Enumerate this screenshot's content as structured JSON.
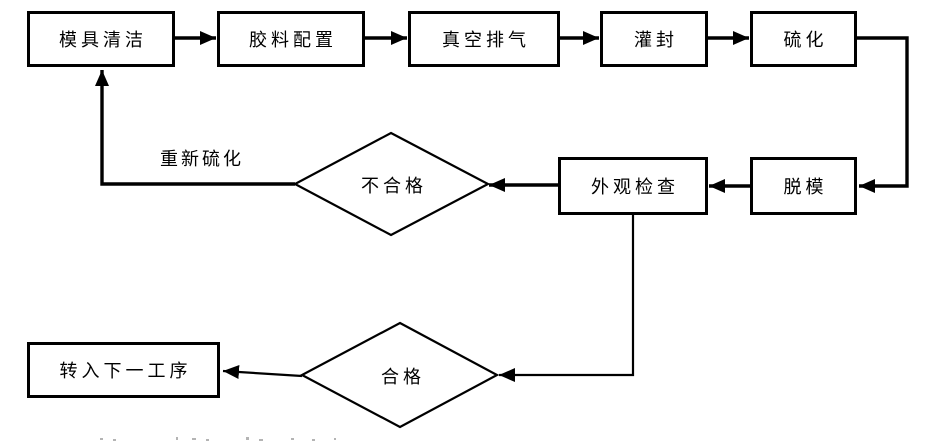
{
  "diagram": {
    "type": "flowchart",
    "title_visible": false,
    "colors": {
      "stroke": "#000000",
      "node_fill": "#ffffff",
      "background": "#ffffff",
      "text": "#000000"
    },
    "nodes": [
      {
        "id": "mold-cleaning",
        "label": "模具清洁",
        "shape": "rect"
      },
      {
        "id": "compound-prep",
        "label": "胶料配置",
        "shape": "rect"
      },
      {
        "id": "vacuum-degassing",
        "label": "真空排气",
        "shape": "rect"
      },
      {
        "id": "potting",
        "label": "灌封",
        "shape": "rect"
      },
      {
        "id": "vulcanization",
        "label": "硫化",
        "shape": "rect"
      },
      {
        "id": "demolding",
        "label": "脱模",
        "shape": "rect"
      },
      {
        "id": "visual-inspection",
        "label": "外观检查",
        "shape": "rect"
      },
      {
        "id": "next-process",
        "label": "转入下一工序",
        "shape": "rect"
      },
      {
        "id": "fail-decision",
        "label": "不合格",
        "shape": "diamond"
      },
      {
        "id": "pass-decision",
        "label": "合格",
        "shape": "diamond"
      }
    ],
    "edges": [
      {
        "from": "模具清洁",
        "to": "胶料配置",
        "label": ""
      },
      {
        "from": "胶料配置",
        "to": "真空排气",
        "label": ""
      },
      {
        "from": "真空排气",
        "to": "灌封",
        "label": ""
      },
      {
        "from": "灌封",
        "to": "硫化",
        "label": ""
      },
      {
        "from": "硫化",
        "to": "脱模",
        "label": ""
      },
      {
        "from": "脱模",
        "to": "外观检查",
        "label": ""
      },
      {
        "from": "外观检查",
        "to": "不合格",
        "label": ""
      },
      {
        "from": "不合格",
        "to": "模具清洁",
        "label": "重新硫化"
      },
      {
        "from": "外观检查",
        "to": "合格",
        "label": ""
      },
      {
        "from": "合格",
        "to": "转入下一工序",
        "label": ""
      }
    ],
    "edge_labels": {
      "revulcanize": "重新硫化"
    }
  }
}
